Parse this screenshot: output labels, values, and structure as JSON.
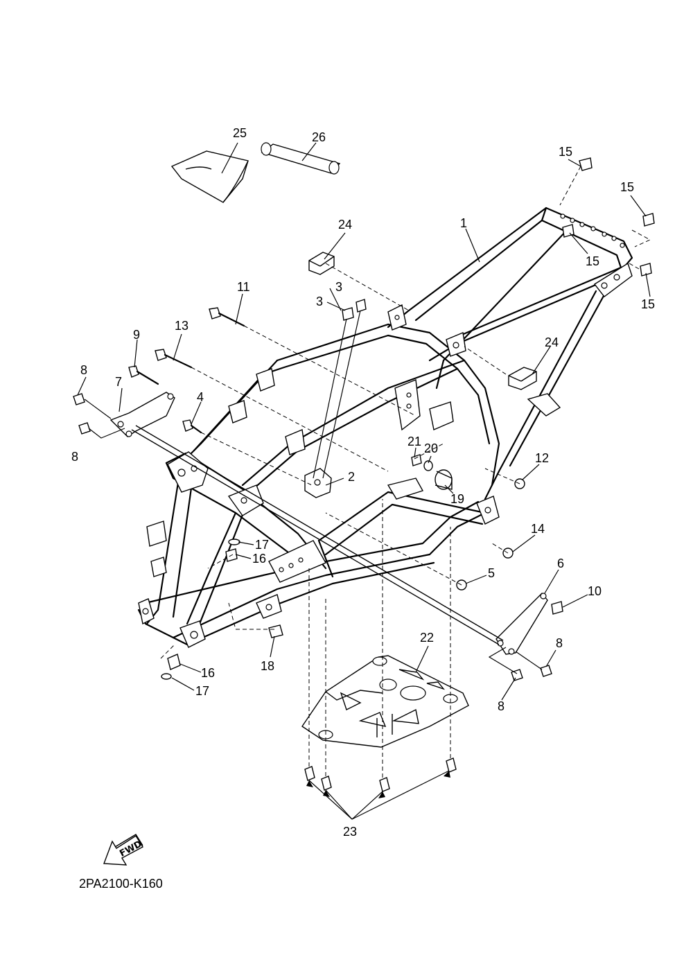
{
  "diagram_code": "2PA2100-K160",
  "fwd_label": "FWD",
  "callouts": {
    "c1": "1",
    "c2": "2",
    "c3a": "3",
    "c3b": "3",
    "c4": "4",
    "c5": "5",
    "c6": "6",
    "c7": "7",
    "c8a": "8",
    "c8b": "8",
    "c8c": "8",
    "c8d": "8",
    "c9": "9",
    "c10": "10",
    "c11": "11",
    "c12": "12",
    "c13": "13",
    "c14": "14",
    "c15a": "15",
    "c15b": "15",
    "c15c": "15",
    "c15d": "15",
    "c16a": "16",
    "c16b": "16",
    "c17a": "17",
    "c17b": "17",
    "c18": "18",
    "c19": "19",
    "c20": "20",
    "c21": "21",
    "c22": "22",
    "c23": "23",
    "c24a": "24",
    "c24b": "24",
    "c25": "25",
    "c26": "26"
  }
}
